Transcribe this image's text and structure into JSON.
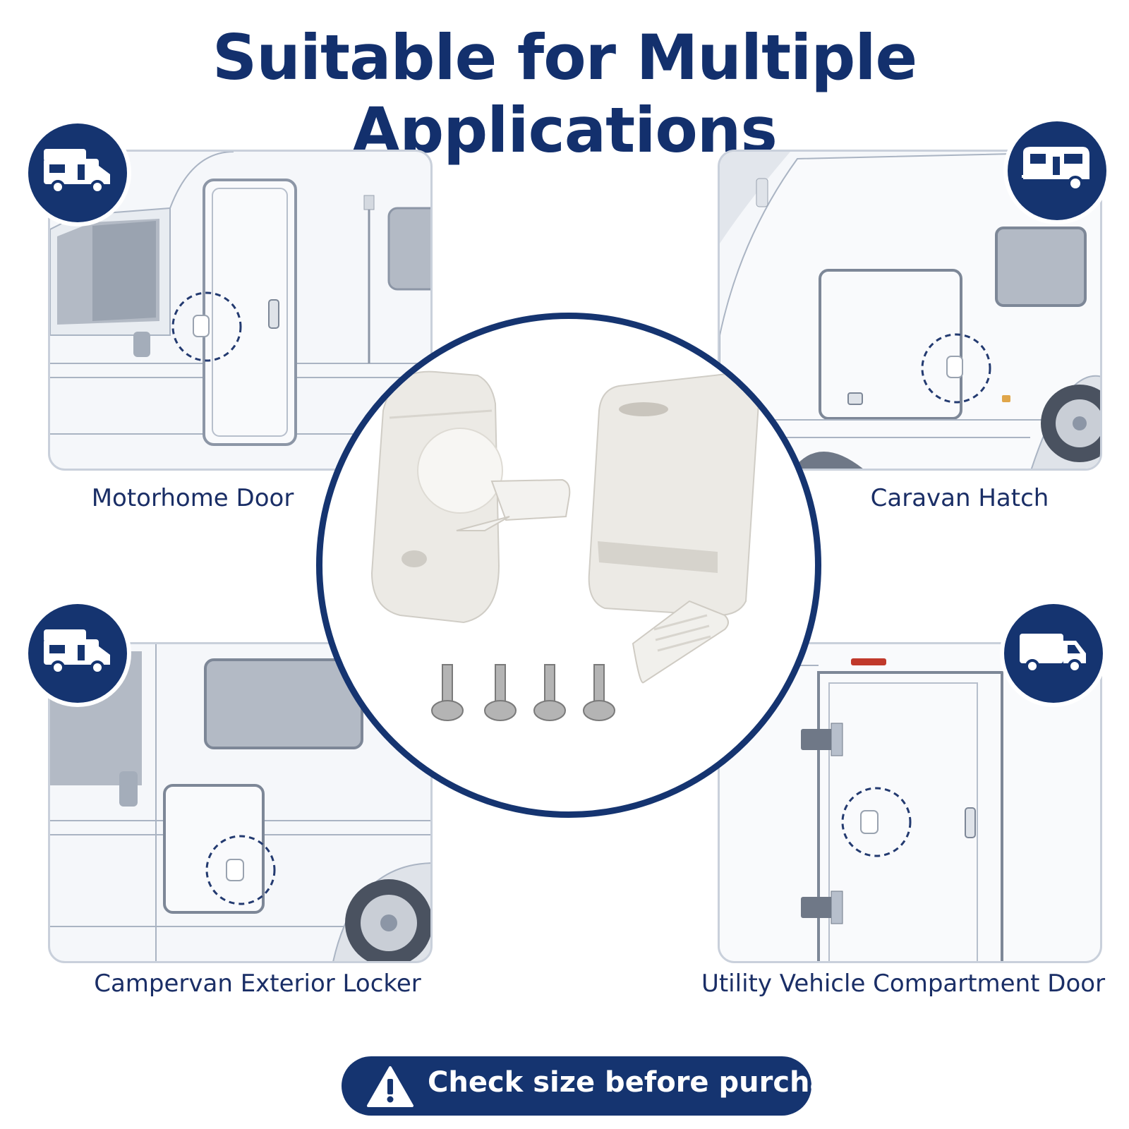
{
  "title": "Suitable for Multiple Applications",
  "panels": [
    {
      "label": "Motorhome Door",
      "icon": "motorhome-icon"
    },
    {
      "label": "Caravan Hatch",
      "icon": "caravan-icon"
    },
    {
      "label": "Campervan Exterior Locker",
      "icon": "campervan-icon"
    },
    {
      "label": "Utility Vehicle Compartment Door",
      "icon": "van-icon"
    }
  ],
  "notice": {
    "text": "Check size before purchase",
    "icon": "warning-icon"
  },
  "colors": {
    "navy": "#153470",
    "panel_border": "#c9d0db",
    "panel_bg": "#f5f7fa"
  }
}
